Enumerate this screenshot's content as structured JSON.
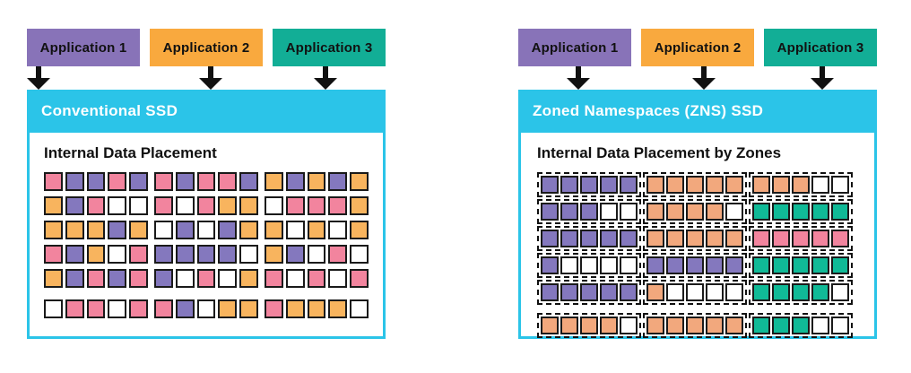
{
  "apps": [
    "Application 1",
    "Application 2",
    "Application 3"
  ],
  "colors": {
    "app_purple": "#8873B8",
    "app_orange": "#F9A93E",
    "app_teal": "#12AE96",
    "ssd_cyan": "#2BC4E8",
    "arrow_black": "#111111",
    "cell_border": "#1A1A1A",
    "header_text": "#FFFFFF",
    "label_text": "#111111"
  },
  "left": {
    "header": "Conventional SSD",
    "section_title": "Internal Data Placement",
    "palette": {
      "pink": "#F2849E",
      "purple": "#8478BE",
      "orange": "#F8B45E",
      "white": "#FFFFFF"
    },
    "grid": [
      [
        "pink",
        "purple",
        "purple",
        "pink",
        "purple",
        "pink",
        "purple",
        "pink",
        "pink",
        "purple",
        "orange",
        "purple",
        "orange",
        "purple",
        "orange"
      ],
      [
        "orange",
        "purple",
        "pink",
        "white",
        "white",
        "pink",
        "white",
        "pink",
        "orange",
        "orange",
        "white",
        "pink",
        "pink",
        "pink",
        "orange"
      ],
      [
        "orange",
        "orange",
        "orange",
        "purple",
        "orange",
        "white",
        "purple",
        "white",
        "purple",
        "orange",
        "orange",
        "white",
        "orange",
        "white",
        "orange"
      ],
      [
        "pink",
        "purple",
        "orange",
        "white",
        "pink",
        "purple",
        "purple",
        "purple",
        "purple",
        "white",
        "orange",
        "purple",
        "white",
        "pink",
        "white"
      ],
      [
        "orange",
        "purple",
        "pink",
        "purple",
        "pink",
        "purple",
        "white",
        "pink",
        "white",
        "orange",
        "pink",
        "white",
        "pink",
        "white",
        "pink"
      ],
      [
        "white",
        "pink",
        "pink",
        "white",
        "pink",
        "pink",
        "purple",
        "white",
        "orange",
        "orange",
        "pink",
        "orange",
        "orange",
        "orange",
        "white"
      ]
    ]
  },
  "right": {
    "header": "Zoned Namespaces (ZNS) SSD",
    "section_title": "Internal Data Placement by Zones",
    "palette": {
      "purple": "#8478BE",
      "orange": "#F2A87D",
      "teal": "#10BA97",
      "pink": "#F2849E",
      "white": "#FFFFFF"
    },
    "zone_rows": [
      [
        [
          "purple",
          "purple",
          "purple",
          "purple",
          "purple"
        ],
        [
          "orange",
          "orange",
          "orange",
          "orange",
          "orange"
        ],
        [
          "orange",
          "orange",
          "orange",
          "white",
          "white"
        ]
      ],
      [
        [
          "purple",
          "purple",
          "purple",
          "white",
          "white"
        ],
        [
          "orange",
          "orange",
          "orange",
          "orange",
          "white"
        ],
        [
          "teal",
          "teal",
          "teal",
          "teal",
          "teal"
        ]
      ],
      [
        [
          "purple",
          "purple",
          "purple",
          "purple",
          "purple"
        ],
        [
          "orange",
          "orange",
          "orange",
          "orange",
          "orange"
        ],
        [
          "pink",
          "pink",
          "pink",
          "pink",
          "pink"
        ]
      ],
      [
        [
          "purple",
          "white",
          "white",
          "white",
          "white"
        ],
        [
          "purple",
          "purple",
          "purple",
          "purple",
          "purple"
        ],
        [
          "teal",
          "teal",
          "teal",
          "teal",
          "teal"
        ]
      ],
      [
        [
          "purple",
          "purple",
          "purple",
          "purple",
          "purple"
        ],
        [
          "orange",
          "white",
          "white",
          "white",
          "white"
        ],
        [
          "teal",
          "teal",
          "teal",
          "teal",
          "white"
        ]
      ],
      [
        [
          "orange",
          "orange",
          "orange",
          "orange",
          "white"
        ],
        [
          "orange",
          "orange",
          "orange",
          "orange",
          "orange"
        ],
        [
          "teal",
          "teal",
          "teal",
          "white",
          "white"
        ]
      ]
    ]
  }
}
